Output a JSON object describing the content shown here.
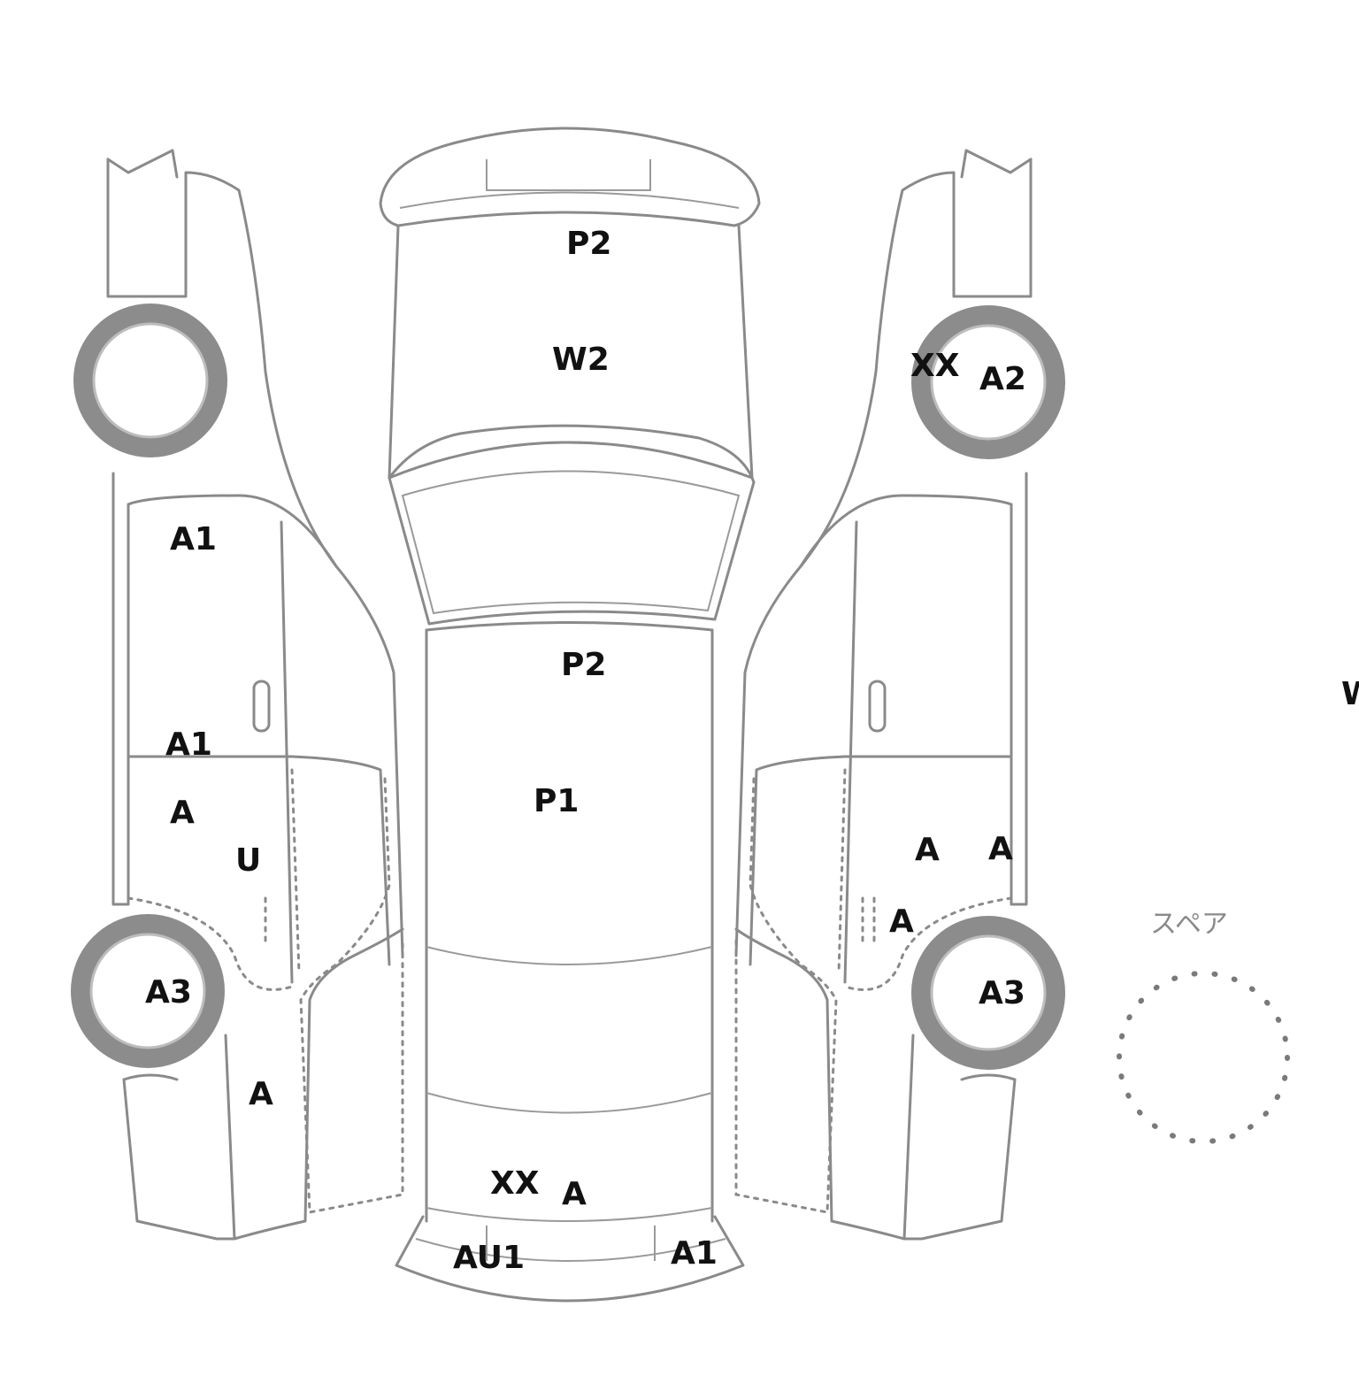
{
  "spare": {
    "label": "スペア"
  },
  "marks": {
    "hood_p2": "P2",
    "hood_w2": "W2",
    "roof_p2": "P2",
    "roof_p1": "P1",
    "rear_xx": "XX",
    "rear_a": "A",
    "rear_bumper_au1": "AU1",
    "rear_bumper_a1": "A1",
    "left_front_door_a1": "A1",
    "left_rear_door_a1": "A1",
    "left_rear_door_a": "A",
    "left_rear_door_u": "U",
    "left_rear_wheel_a3": "A3",
    "left_quarter_a": "A",
    "right_front_wheel_xx": "XX",
    "right_front_wheel_a2": "A2",
    "right_rear_door_a_left": "A",
    "right_rear_door_a_right": "A",
    "right_quarter_a": "A",
    "right_rear_wheel_a3": "A3",
    "edge_cut_w": "W"
  },
  "colors": {
    "outline": "#8a8a8a",
    "text": "#111111"
  }
}
